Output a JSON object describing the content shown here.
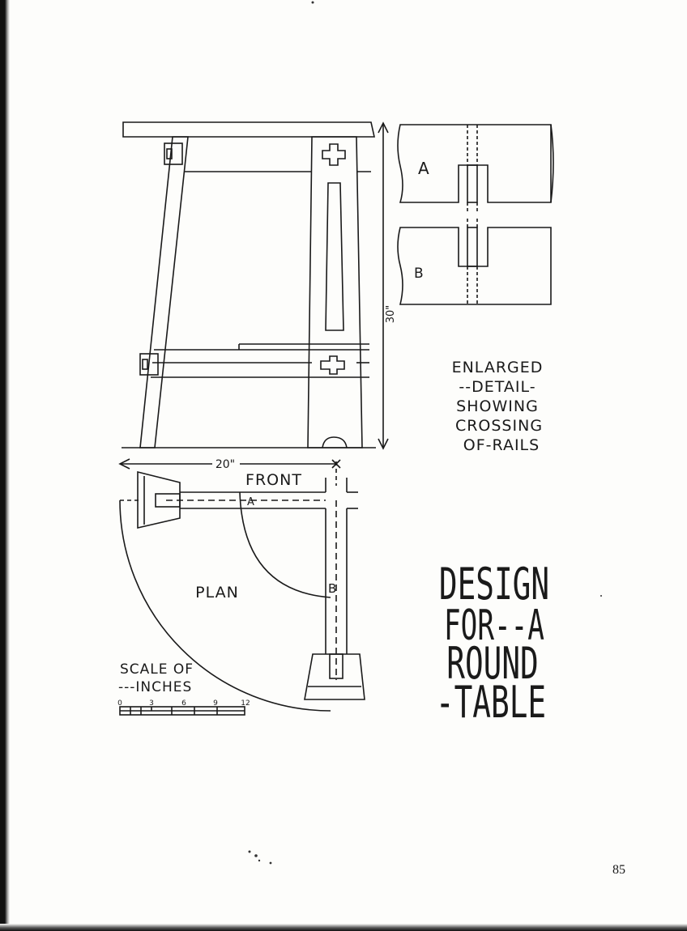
{
  "elevation": {
    "height_dimension": "30\""
  },
  "detail": {
    "label_a": "A",
    "label_b": "B",
    "caption_lines": [
      "ENLARGED",
      "--DETAIL-",
      "SHOWING",
      "CROSSING",
      "OF-RAILS"
    ]
  },
  "plan": {
    "width_dimension": "20\"",
    "front_label": "FRONT",
    "plan_label": "PLAN",
    "marker_a": "A",
    "marker_b": "B"
  },
  "scale": {
    "title_lines": [
      "SCALE OF",
      "---INCHES"
    ],
    "ticks": [
      "0",
      "3",
      "6",
      "9",
      "12"
    ]
  },
  "title": {
    "lines": [
      "DESIGN",
      "FOR--A",
      "ROUND",
      "-TABLE"
    ]
  },
  "page_number": "85",
  "colors": {
    "ink": "#1a1a1a",
    "paper": "#fdfdfb"
  }
}
